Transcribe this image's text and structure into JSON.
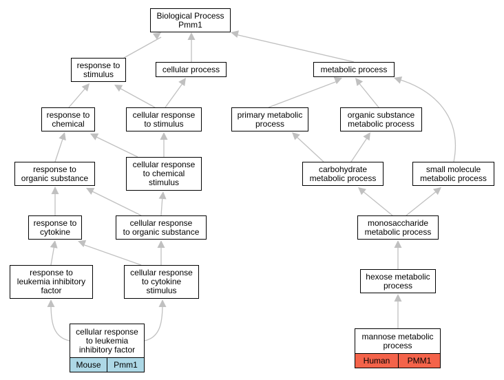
{
  "colors": {
    "edge": "#c0c0c0",
    "mouse_tag": "#add8e6",
    "human_tag": "#f4634a"
  },
  "nodes": {
    "biological_process": "Biological Process\nPmm1",
    "response_to_stimulus": "response to\nstimulus",
    "cellular_process": "cellular process",
    "metabolic_process": "metabolic process",
    "response_to_chemical": "response to\nchemical",
    "cellular_response_to_stimulus": "cellular response\nto stimulus",
    "primary_metabolic_process": "primary metabolic\nprocess",
    "organic_substance_metabolic_process": "organic substance\nmetabolic process",
    "response_to_organic_substance": "response to\norganic substance",
    "cellular_response_to_chemical_stimulus": "cellular response\nto chemical\nstimulus",
    "carbohydrate_metabolic_process": "carbohydrate\nmetabolic process",
    "small_molecule_metabolic_process": "small molecule\nmetabolic process",
    "response_to_cytokine": "response to\ncytokine",
    "cellular_response_to_organic_substance": "cellular response\nto organic substance",
    "monosaccharide_metabolic_process": "monosaccharide\nmetabolic process",
    "response_to_lif": "response to\nleukemia inhibitory\nfactor",
    "cellular_response_to_cytokine_stimulus": "cellular response\nto cytokine\nstimulus",
    "hexose_metabolic_process": "hexose metabolic\nprocess",
    "cellular_response_to_lif": "cellular response\nto leukemia\ninhibitory factor",
    "mannose_metabolic_process": "mannose metabolic\nprocess"
  },
  "tags": {
    "mouse_species": "Mouse",
    "mouse_gene": "Pmm1",
    "human_species": "Human",
    "human_gene": "PMM1"
  }
}
